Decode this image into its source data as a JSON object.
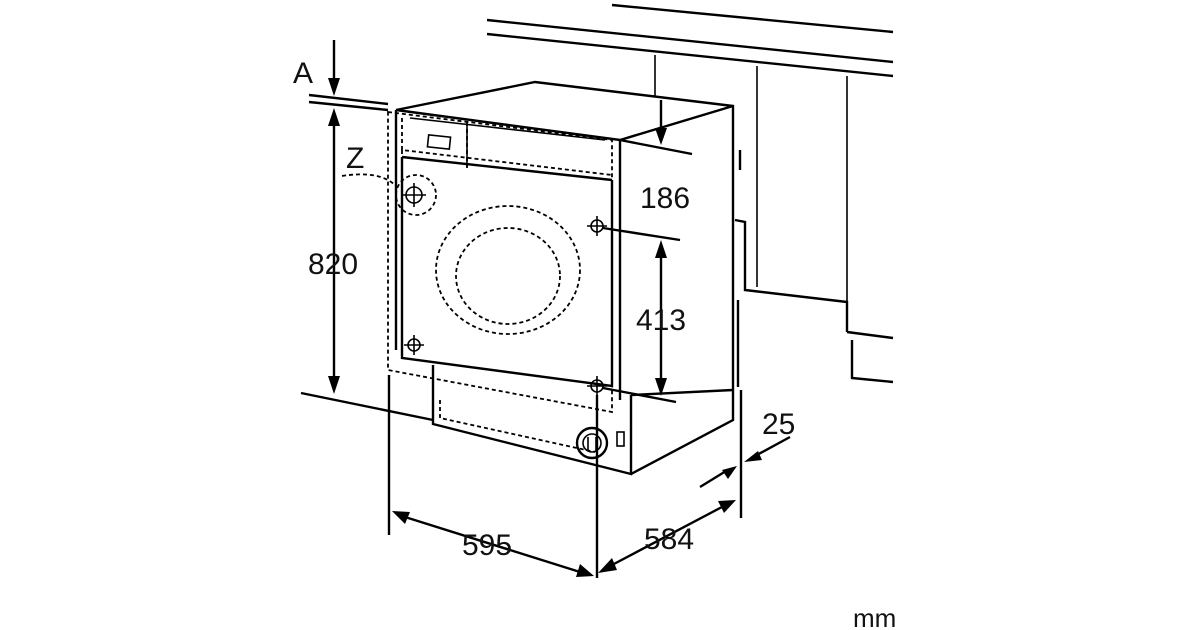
{
  "labels": {
    "a_marker": "A",
    "z_marker": "Z",
    "height": "820",
    "top_panel": "186",
    "door_span": "413",
    "width": "595",
    "depth": "584",
    "wall_gap": "25",
    "unit": "mm"
  },
  "colors": {
    "ink": "#000000",
    "background": "#ffffff"
  }
}
